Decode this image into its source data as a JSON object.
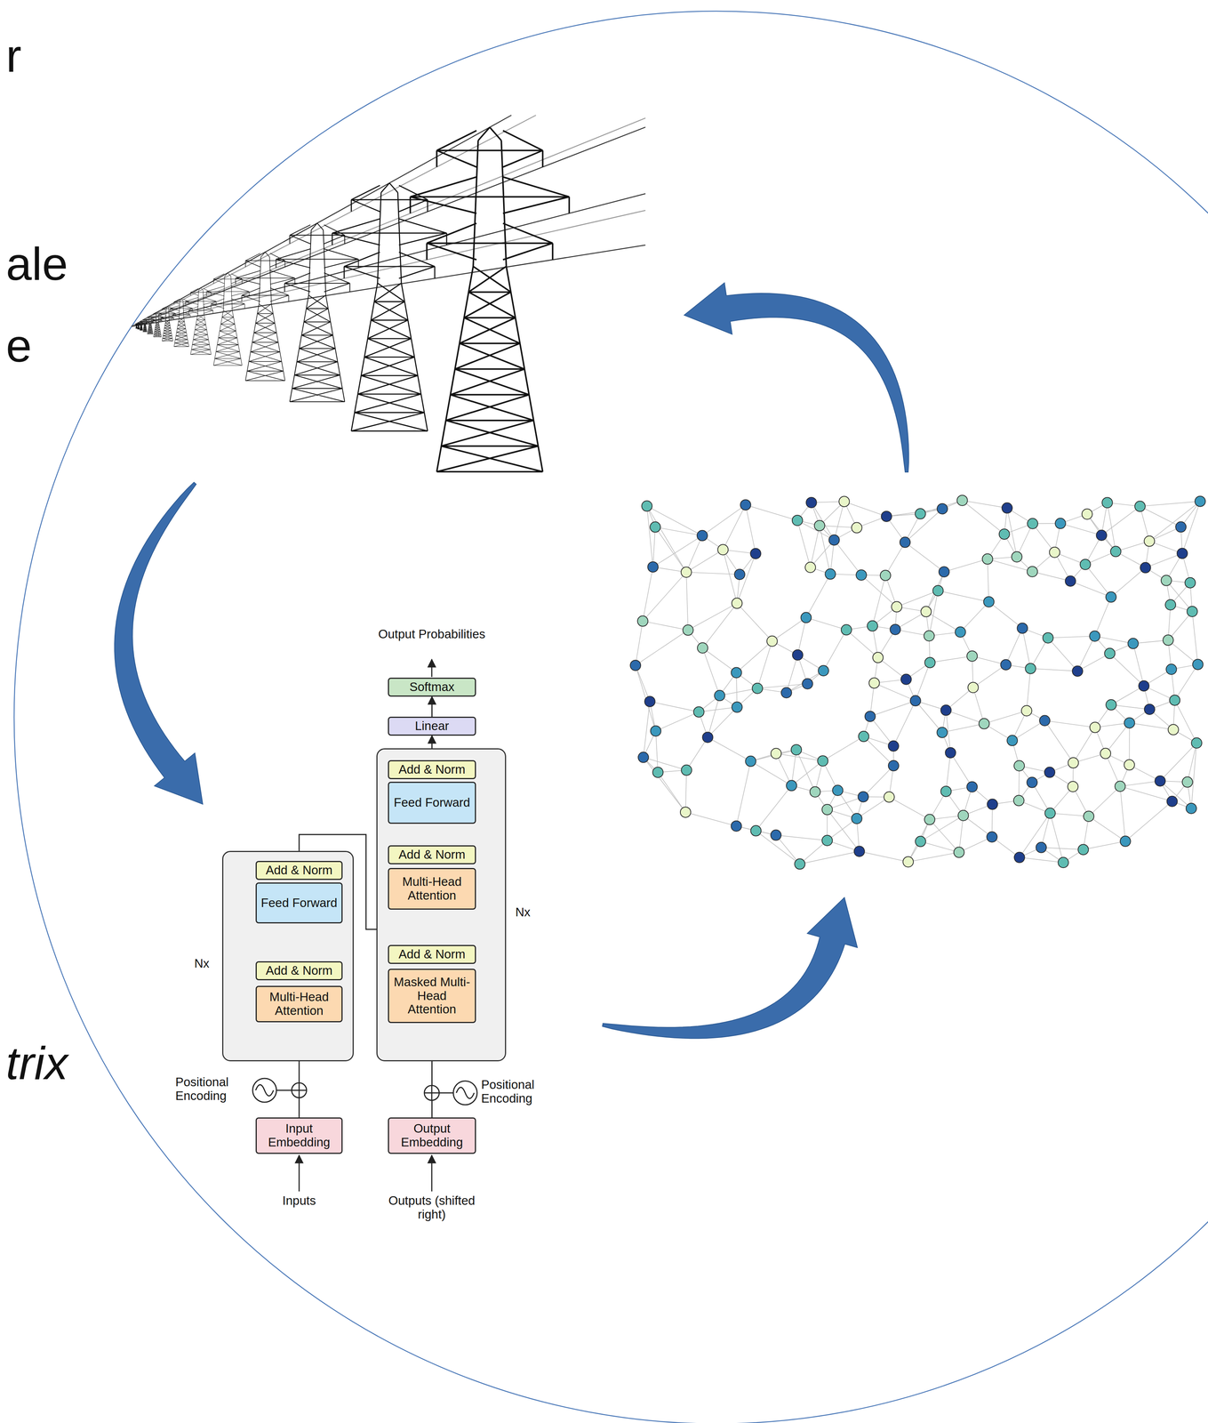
{
  "diagram": {
    "nodes": [
      {
        "text": [
          "Softmax"
        ]
      },
      {
        "text": [
          "Linear"
        ]
      },
      {
        "text": [
          "Nx"
        ]
      },
      {
        "text": [
          "Add & Norm"
        ],
        "in": 2
      },
      {
        "text": [
          "Feed Forward"
        ],
        "in": 2
      },
      {
        "text": [
          "Add & Norm"
        ],
        "in": 2
      },
      {
        "text": [
          "Multi-Head Attention"
        ],
        "in": 2
      },
      {
        "text": [
          "Nx"
        ]
      },
      {
        "text": [
          "Add & Norm"
        ],
        "in": 7
      },
      {
        "text": [
          "Feed Forward"
        ],
        "in": 7
      },
      {
        "text": [
          "Add & Norm"
        ],
        "in": 7
      },
      {
        "text": [
          "Multi-Head Attention"
        ],
        "in": 7
      },
      {
        "text": [
          "Add & Norm"
        ],
        "in": 7
      },
      {
        "text": [
          "Masked Multi-Head Attention"
        ],
        "in": 7
      },
      {
        "text": [
          "Input Embedding"
        ]
      },
      {
        "text": [
          "Output Embedding"
        ]
      }
    ],
    "edges": [
      {
        "from": 1,
        "to": 0,
        "arrow": "to"
      },
      {
        "from": 8,
        "to": 1,
        "arrow": "to"
      },
      {
        "from": 9,
        "to": 8,
        "arrow": "to"
      },
      {
        "from": 10,
        "to": 9,
        "arrow": "to"
      },
      {
        "from": 11,
        "to": 10,
        "arrow": "to"
      },
      {
        "from": 12,
        "to": 11,
        "arrow": "to"
      },
      {
        "from": 13,
        "to": 12,
        "arrow": "to"
      },
      {
        "from": 15,
        "to": 13,
        "arrow": "to"
      },
      {
        "from": 14,
        "to": 6,
        "arrow": "to"
      },
      {
        "from": 6,
        "to": 5,
        "arrow": "to"
      },
      {
        "from": 5,
        "to": 4,
        "arrow": "to"
      },
      {
        "from": 4,
        "to": 3,
        "arrow": "to"
      },
      {
        "from": 3,
        "to": 11,
        "arrow": "to"
      }
    ],
    "labels": [
      "r",
      "ale",
      "e",
      "trix",
      "Output Probabilities",
      "Positional Encoding",
      "Positional Encoding",
      "Inputs",
      "Outputs (shifted right)"
    ]
  }
}
